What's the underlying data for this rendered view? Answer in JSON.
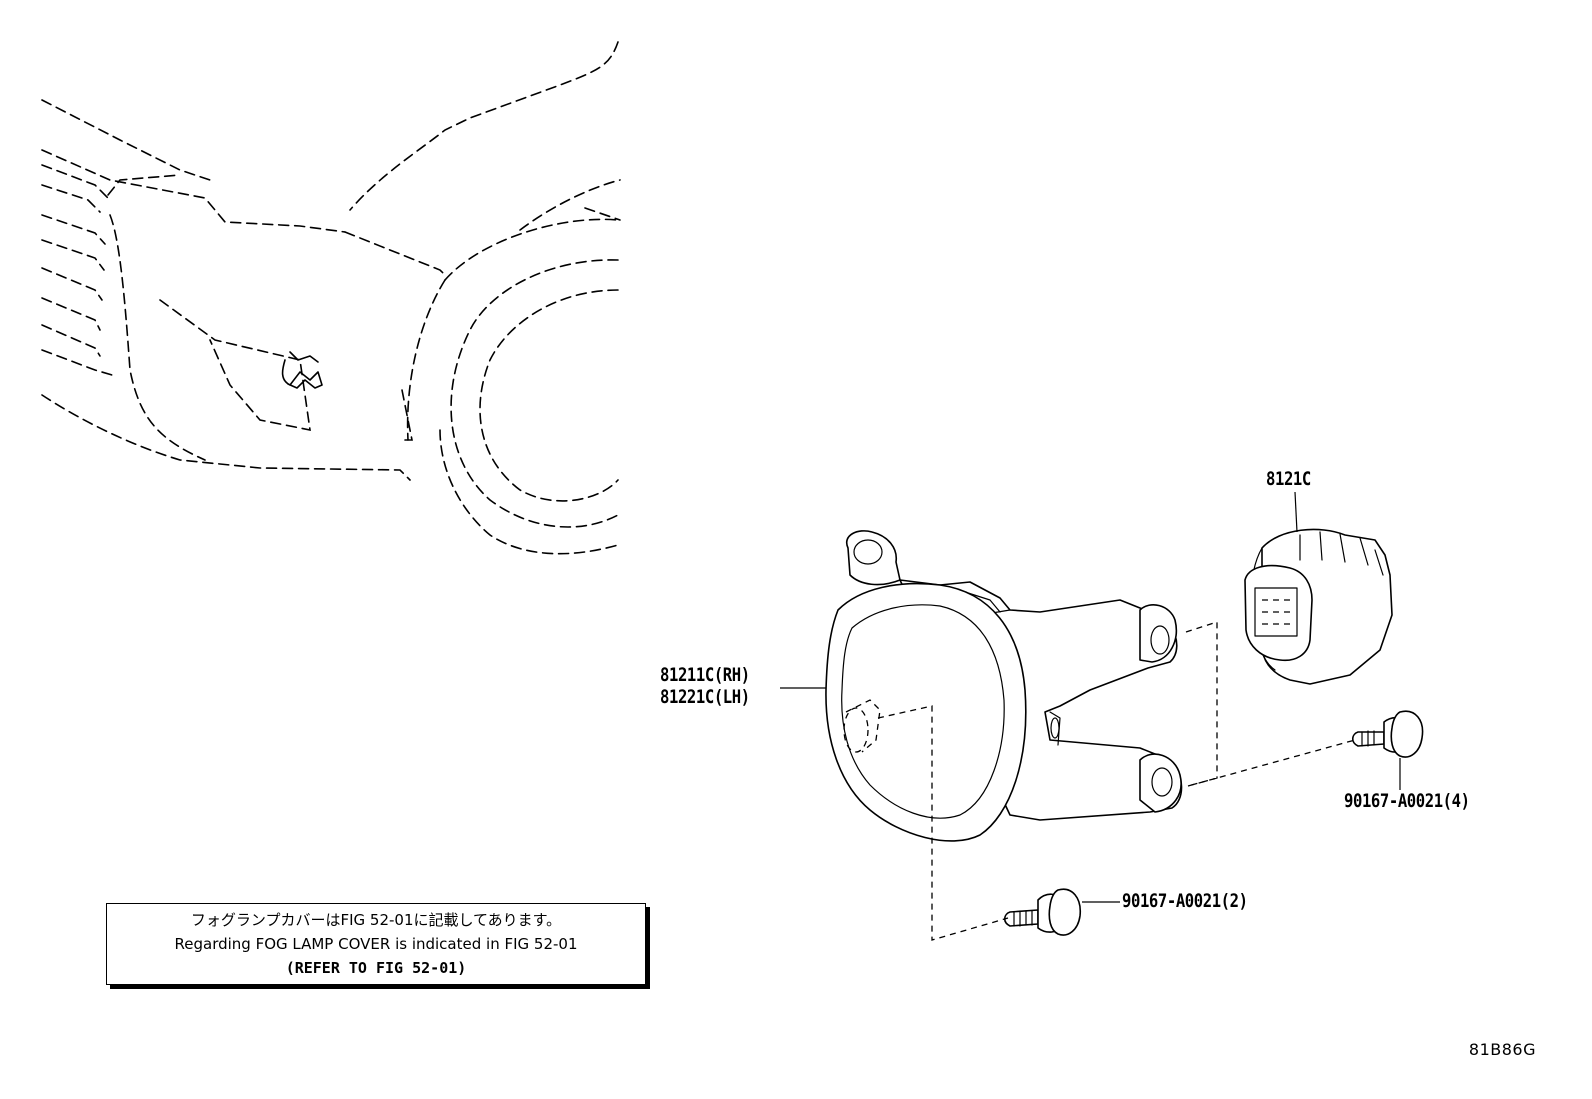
{
  "parts": {
    "bulb": "8121C",
    "fog_lamp_rh": "81211C(RH)",
    "fog_lamp_lh": "81221C(LH)",
    "screw_upper": "90167-A0021(4)",
    "screw_lower": "90167-A0021(2)"
  },
  "note": {
    "line_jp": "フォグランプカバーはFIG 52-01に記載してあります。",
    "line_en": "Regarding FOG LAMP COVER is indicated in FIG 52-01",
    "line_ref": "(REFER TO FIG 52-01)"
  },
  "figure_code": "81B86G"
}
